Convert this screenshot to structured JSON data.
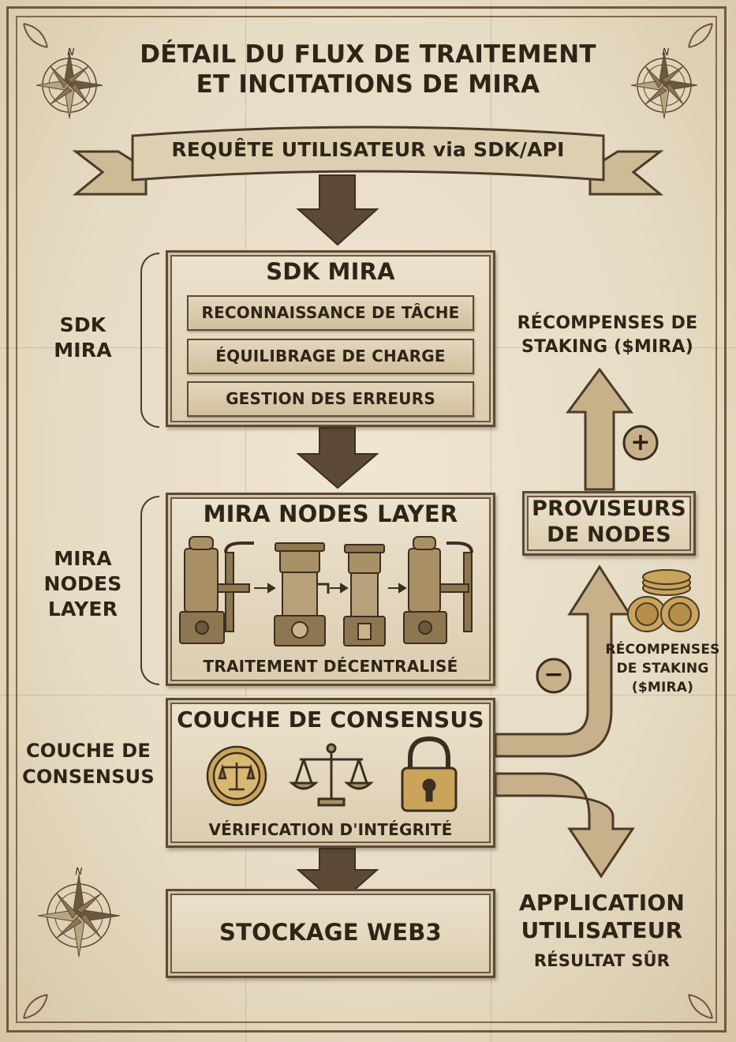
{
  "title": {
    "line1": "DÉTAIL DU FLUX DE TRAITEMENT",
    "line2": "ET INCITATIONS DE MIRA"
  },
  "request_banner": "REQUÊTE UTILISATEUR via SDK/API",
  "sdk_section": {
    "side_label": [
      "SDK",
      "MIRA"
    ],
    "box_title": "SDK MIRA",
    "items": [
      "RECONNAISSANCE DE TÂCHE",
      "ÉQUILIBRAGE DE CHARGE",
      "GESTION DES ERREURS"
    ]
  },
  "nodes_section": {
    "side_label": [
      "MIRA",
      "NODES",
      "LAYER"
    ],
    "box_title": "MIRA NODES LAYER",
    "caption": "TRAITEMENT DÉCENTRALISÉ",
    "machines": [
      "pump-machine-icon",
      "tower-machine-icon",
      "tower-machine-icon",
      "pump-machine-icon"
    ]
  },
  "consensus_section": {
    "side_label": [
      "COUCHE DE",
      "CONSENSUS"
    ],
    "box_title": "COUCHE DE CONSENSUS",
    "caption": "VÉRIFICATION D'INTÉGRITÉ",
    "icons": [
      "seal-scale-icon",
      "balance-scale-icon",
      "padlock-icon"
    ]
  },
  "storage_label": "STOCKAGE WEB3",
  "right_column": {
    "rewards_top": [
      "RÉCOMPENSES DE",
      "STAKING ($MIRA)"
    ],
    "plus_sign": "+",
    "providers": [
      "PROVISEURS",
      "DE NODES"
    ],
    "rewards_small": [
      "RÉCOMPENSES",
      "DE STAKING",
      "($MIRA)"
    ],
    "minus_sign": "−",
    "app_label": [
      "APPLICATION",
      "UTILISATEUR"
    ],
    "result": "RÉSULTAT SÛR"
  },
  "compass_letter": "N",
  "colors": {
    "ink": "#2f2417",
    "paper": "#e9dfca",
    "arrow": "#5c4a36",
    "arrow_light": "#c8b08a",
    "coin": "#c9a45a"
  }
}
